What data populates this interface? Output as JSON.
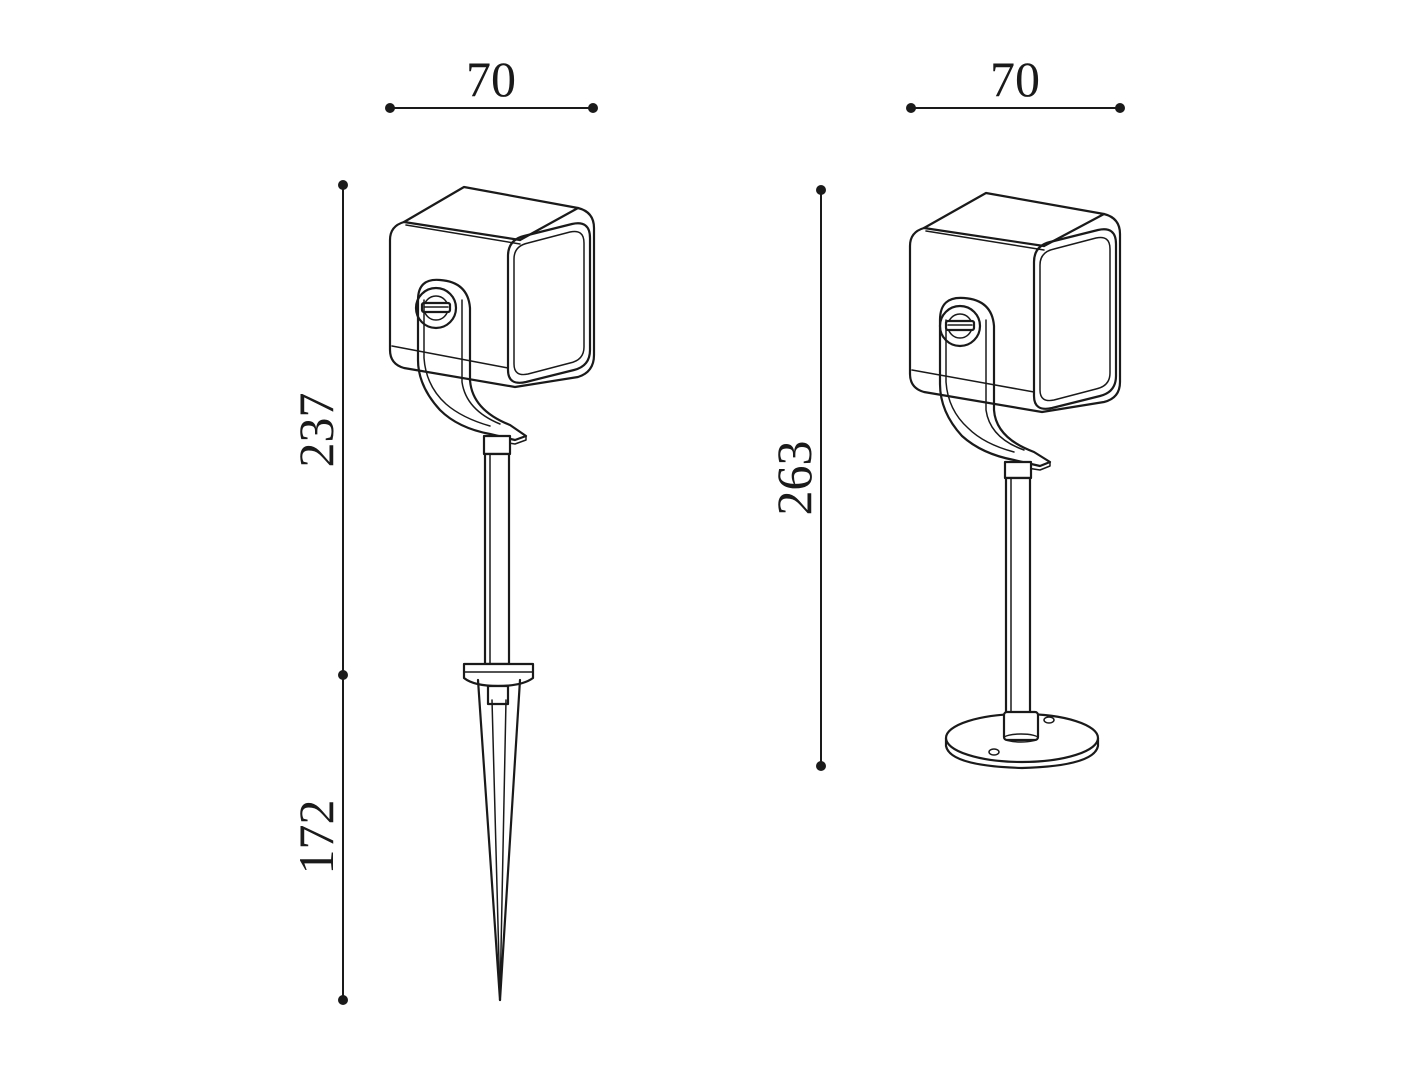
{
  "spike_light": {
    "width_dimension": "70",
    "head_height_dimension": "237",
    "spike_length_dimension": "172"
  },
  "base_light": {
    "width_dimension": "70",
    "height_dimension": "263"
  }
}
